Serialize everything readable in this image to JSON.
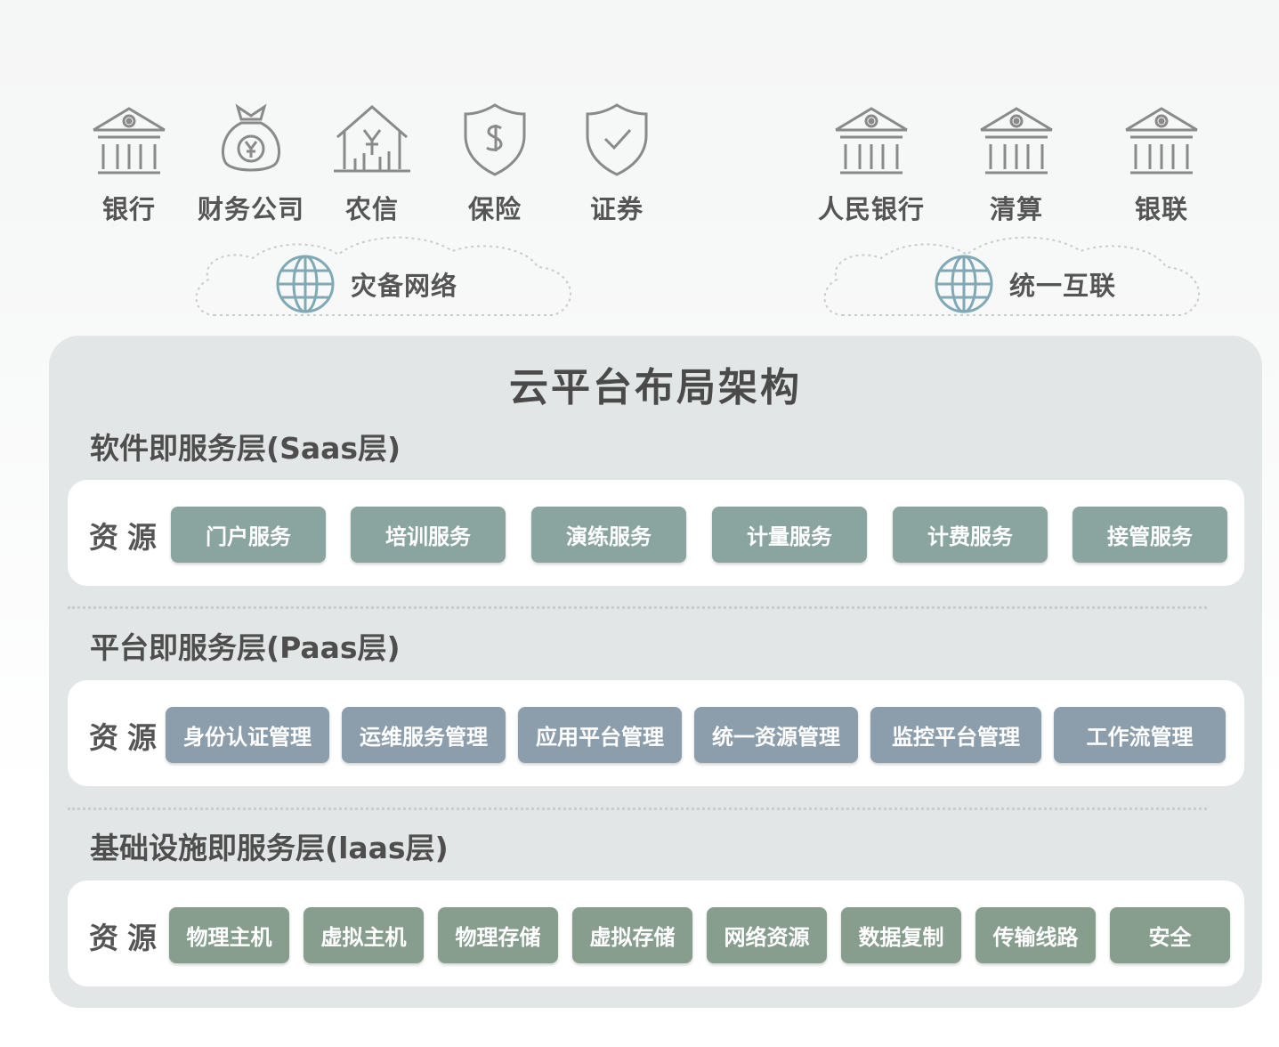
{
  "institutions_left": [
    {
      "label": "银行",
      "icon": "bank-icon"
    },
    {
      "label": "财务公司",
      "icon": "money-bag-icon"
    },
    {
      "label": "农信",
      "icon": "rural-credit-house-icon"
    },
    {
      "label": "保险",
      "icon": "insurance-shield-icon"
    },
    {
      "label": "证券",
      "icon": "securities-shield-icon"
    }
  ],
  "institutions_right": [
    {
      "label": "人民银行",
      "icon": "bank-icon"
    },
    {
      "label": "清算",
      "icon": "bank-icon"
    },
    {
      "label": "银联",
      "icon": "bank-icon"
    }
  ],
  "networks": {
    "left": {
      "label": "灾备网络",
      "icon": "globe-icon"
    },
    "right": {
      "label": "统一互联",
      "icon": "globe-icon"
    }
  },
  "panel": {
    "title": "云平台布局架构",
    "resource_label": "资源",
    "layers": {
      "saas": {
        "title": "软件即服务层(Saas层)",
        "items": [
          "门户服务",
          "培训服务",
          "演练服务",
          "计量服务",
          "计费服务",
          "接管服务"
        ]
      },
      "paas": {
        "title": "平台即服务层(Paas层)",
        "items": [
          "身份认证管理",
          "运维服务管理",
          "应用平台管理",
          "统一资源管理",
          "监控平台管理",
          "工作流管理"
        ]
      },
      "iaas": {
        "title": "基础设施即服务层(laas层)",
        "items": [
          "物理主机",
          "虚拟主机",
          "物理存储",
          "虚拟存储",
          "网络资源",
          "数据复制",
          "传输线路",
          "安全"
        ]
      }
    }
  },
  "colors": {
    "saas_chip": "#8aa49f",
    "paas_chip": "#8c9eac",
    "iaas_chip": "#879e8f",
    "panel_bg": "#e3e6e6",
    "icon_stroke": "#8a8a8a",
    "globe_stroke": "#7fa9b5"
  }
}
